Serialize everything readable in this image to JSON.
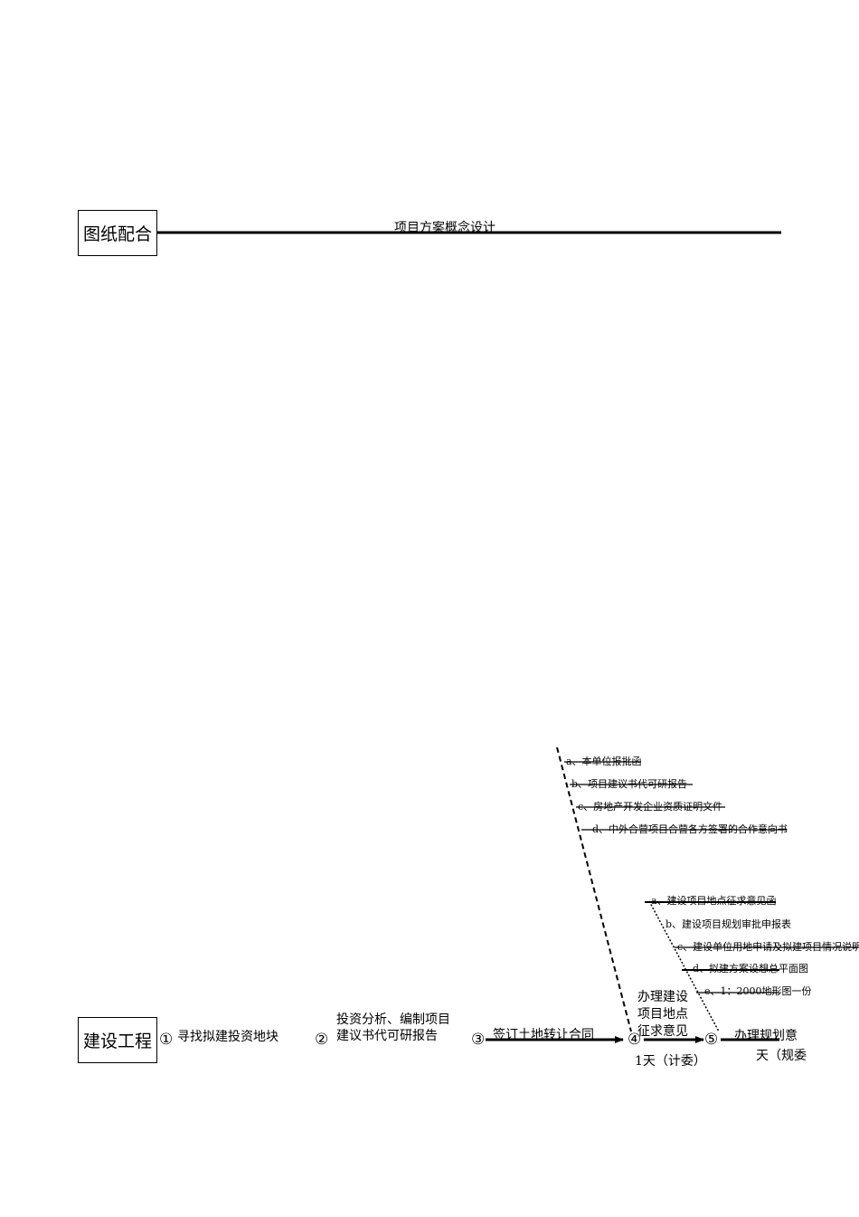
{
  "top_section": {
    "box_label": "图纸配合",
    "line_label": "项目方案概念设计"
  },
  "bottom_section": {
    "box_label": "建设工程",
    "nodes": [
      "①",
      "②",
      "③",
      "④",
      "⑤"
    ],
    "steps": {
      "step1": "寻找拟建投资地块",
      "step2_line1": "投资分析、编制项目",
      "step2_line2": "建议书代可研报告",
      "step3": "签订土地转让合同",
      "step4_line1": "办理建设",
      "step4_line2": "项目地点",
      "step4_line3": "征求意见",
      "step4_duration": "1天（计委）",
      "step5": "办理规划意",
      "step5_duration": "天（规委"
    },
    "branch1_items": [
      "a、本单位报批函",
      "b、项目建议书代可研报告",
      "c、房地产开发企业资质证明文件",
      "d、中外合营项目合营各方签署的合作意向书"
    ],
    "branch2_items": [
      "a、建设项目地点征求意见函",
      "b、建设项目规划审批申报表",
      "c、建设单位用地申请及拟建项目情况说明",
      "d、拟建方案设想总平面图",
      "e、1：2000地形图一份"
    ]
  }
}
